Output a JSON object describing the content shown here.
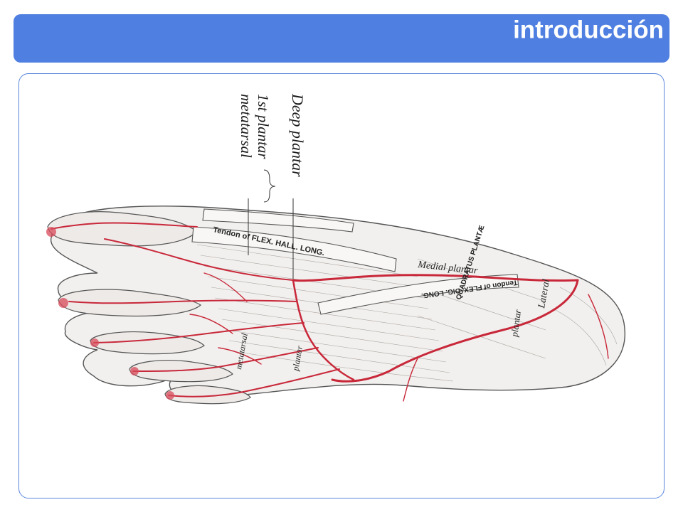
{
  "header": {
    "title": "introducción"
  },
  "colors": {
    "accent": "#4f7fe0",
    "panel_border": "#5a86dc",
    "artery": "#c8283a"
  },
  "figure": {
    "labels": {
      "deep_plantar": "Deep plantar",
      "first_plantar": "1st plantar",
      "metatarsal": "metatarsal",
      "tendon_flex_hall": "Tendon of FLEX. HALL. LONG.",
      "medial_plantar": "Medial plantar",
      "tendon_flex_dig": "Tendon of FLEX. DIG. LONG.",
      "quadratus_plantae": "QUADRATUS PLANTÆ",
      "lateral": "Lateral",
      "plantar_lower": "plantar",
      "plantar_digital": "plantar",
      "metatarsal_small": "metatarsal"
    }
  }
}
